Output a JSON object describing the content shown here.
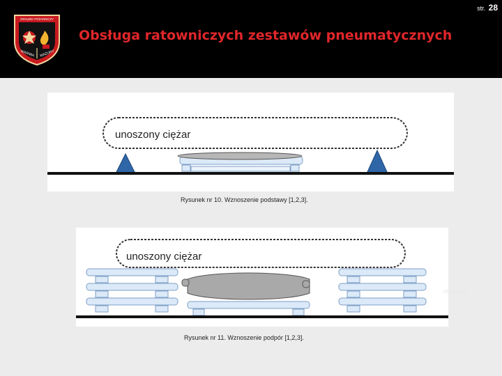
{
  "header": {
    "page_label": "str.",
    "page_number": "28",
    "title": "Obsługa ratowniczych zestawów pneumatycznych",
    "logo": {
      "top_text": "ZWIĄZEK POŻARNICZY",
      "left_text": "WARMIA",
      "right_text": "MAZURY"
    }
  },
  "figures": [
    {
      "label": "unoszony ciężar",
      "caption": "Rysunek nr 10. Wznoszenie podstawy [1,2,3]."
    },
    {
      "label": "unoszony ciężar",
      "caption": "Rysunek nr 11. Wznoszenie podpór [1,2,3]."
    }
  ],
  "watermark": "olsztyn.pl",
  "colors": {
    "header_bg": "#000000",
    "title": "#e0262a",
    "page_bg": "#ececec",
    "triangle": "#2f66a8",
    "plank": "#dbe9f8",
    "plank_stroke": "#7f9fc6"
  }
}
